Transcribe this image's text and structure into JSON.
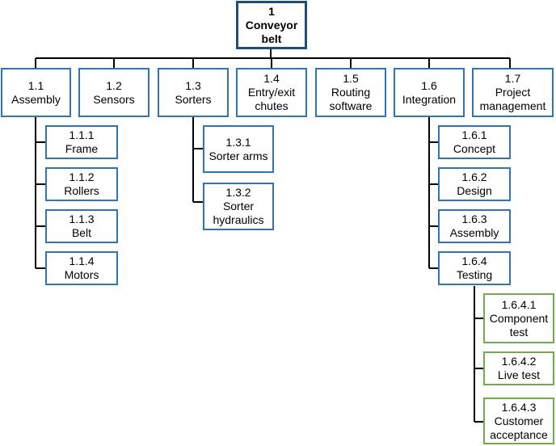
{
  "root": {
    "code": "1",
    "label": "Conveyor belt"
  },
  "level1": [
    {
      "code": "1.1",
      "label": "Assembly"
    },
    {
      "code": "1.2",
      "label": "Sensors"
    },
    {
      "code": "1.3",
      "label": "Sorters"
    },
    {
      "code": "1.4",
      "label": "Entry/exit chutes"
    },
    {
      "code": "1.5",
      "label": "Routing software"
    },
    {
      "code": "1.6",
      "label": "Integration"
    },
    {
      "code": "1.7",
      "label": "Project management"
    }
  ],
  "assembly_children": [
    {
      "code": "1.1.1",
      "label": "Frame"
    },
    {
      "code": "1.1.2",
      "label": "Rollers"
    },
    {
      "code": "1.1.3",
      "label": "Belt"
    },
    {
      "code": "1.1.4",
      "label": "Motors"
    }
  ],
  "sorters_children": [
    {
      "code": "1.3.1",
      "label": "Sorter arms"
    },
    {
      "code": "1.3.2",
      "label": "Sorter hydraulics"
    }
  ],
  "integration_children": [
    {
      "code": "1.6.1",
      "label": "Concept"
    },
    {
      "code": "1.6.2",
      "label": "Design"
    },
    {
      "code": "1.6.3",
      "label": "Assembly"
    },
    {
      "code": "1.6.4",
      "label": "Testing"
    }
  ],
  "testing_children": [
    {
      "code": "1.6.4.1",
      "label": "Component test"
    },
    {
      "code": "1.6.4.2",
      "label": "Live test"
    },
    {
      "code": "1.6.4.3",
      "label": "Customer acceptance"
    }
  ],
  "colors": {
    "root_border": "#1f4e79",
    "node_border": "#2e75b6",
    "leaf_border": "#70ad47",
    "connector": "#000000"
  }
}
